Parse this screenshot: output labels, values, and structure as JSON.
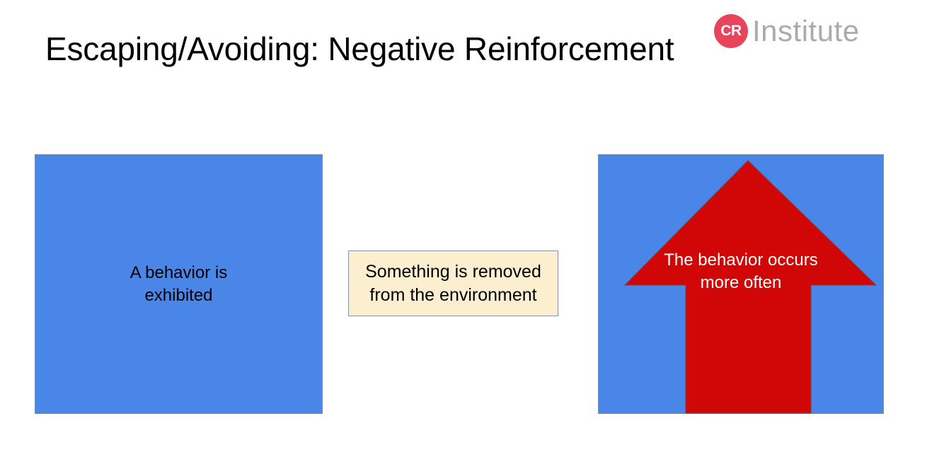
{
  "slide": {
    "title": "Escaping/Avoiding: Negative Reinforcement",
    "background_color": "#ffffff"
  },
  "logo": {
    "mark_text": "CR",
    "mark_color": "#E8455C",
    "word": "Institute",
    "word_color": "#ABABAB",
    "name": "CR Institute"
  },
  "diagram": {
    "type": "three-stage-flow",
    "stages": [
      {
        "id": "behavior-exhibited",
        "shape": "rectangle",
        "fill_color": "#4A86E8",
        "border_color": "#7A8EA8",
        "text_color": "#000000",
        "line1": "A behavior is",
        "line2": "exhibited",
        "text": "A behavior is exhibited"
      },
      {
        "id": "something-removed",
        "shape": "rectangle",
        "fill_color": "#FBEFD0",
        "border_color": "#8494A8",
        "text_color": "#000000",
        "line1": "Something is removed",
        "line2": "from the environment",
        "text": "Something is removed from the environment"
      },
      {
        "id": "behavior-increases",
        "shape": "rectangle-with-up-arrow",
        "fill_color": "#4A86E8",
        "border_color": "#7A8EA8",
        "arrow_color": "#D10707",
        "arrow_direction": "up",
        "text_color": "#ffffff",
        "line1": "The behavior occurs",
        "line2": "more often",
        "text": "The behavior occurs more often"
      }
    ]
  }
}
